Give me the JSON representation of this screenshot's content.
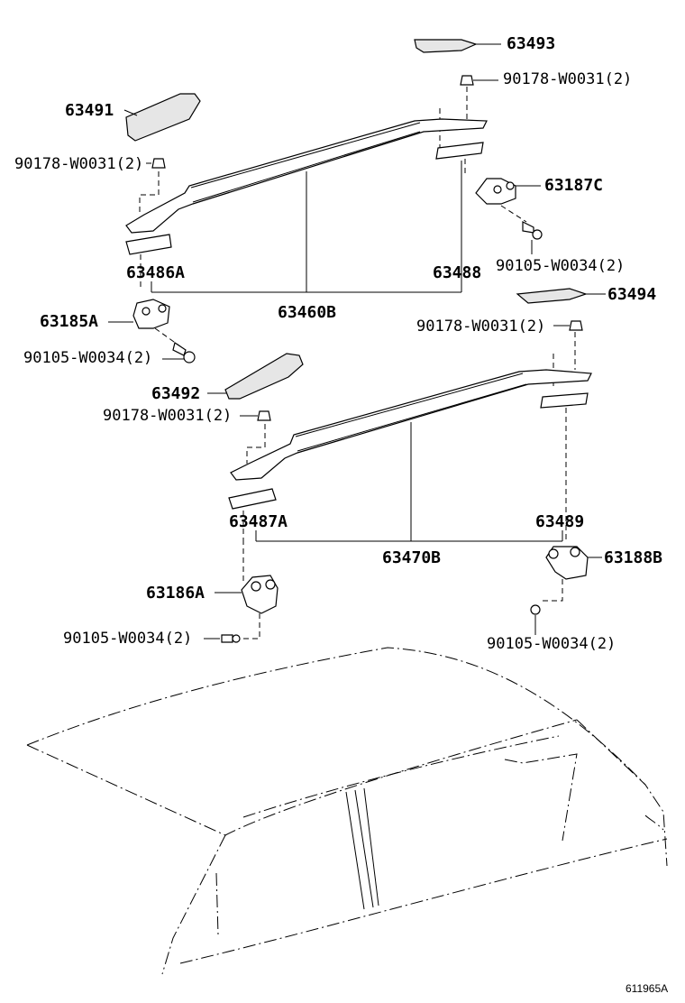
{
  "diagram": {
    "figure_code": "611965A",
    "labels": {
      "p63493": "63493",
      "b90178_top_right": "90178-W0031(2)",
      "p63491": "63491",
      "b90178_top_left": "90178-W0031(2)",
      "p63187C": "63187C",
      "p63486A": "63486A",
      "p63488": "63488",
      "b90105_right_upper": "90105-W0034(2)",
      "p63494": "63494",
      "p63185A": "63185A",
      "p63460B": "63460B",
      "b90178_mid_right": "90178-W0031(2)",
      "b90105_left_upper": "90105-W0034(2)",
      "p63492": "63492",
      "b90178_mid_left": "90178-W0031(2)",
      "p63487A": "63487A",
      "p63489": "63489",
      "p63470B": "63470B",
      "p63188B": "63188B",
      "p63186A": "63186A",
      "b90105_left_lower": "90105-W0034(2)",
      "b90105_right_lower": "90105-W0034(2)"
    }
  }
}
